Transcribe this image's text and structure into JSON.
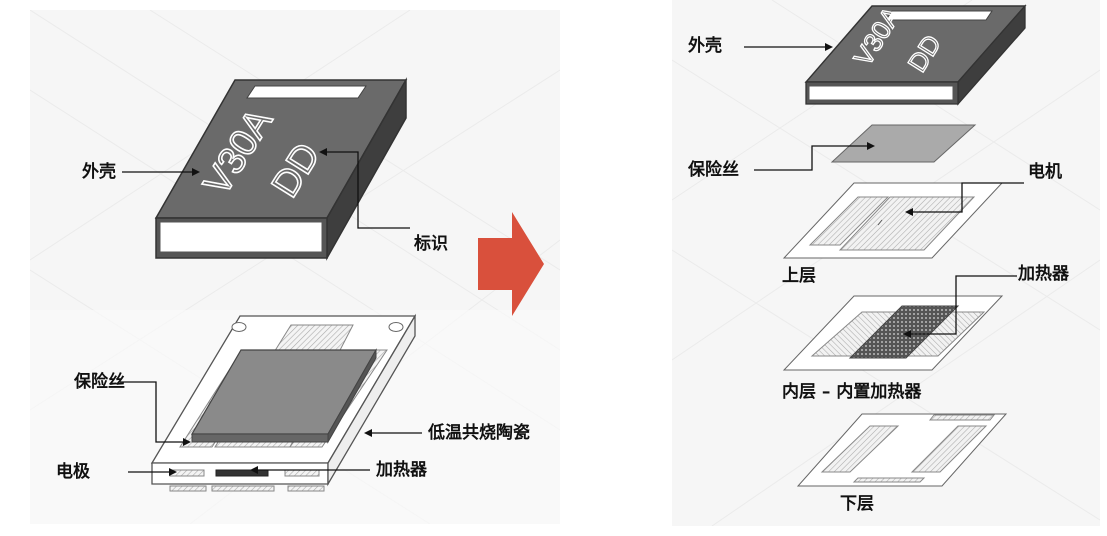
{
  "left_diagram": {
    "chip_marking_line1": "V30A",
    "chip_marking_line2": "DD",
    "labels": {
      "shell": "外壳",
      "marking": "标识",
      "fuse": "保险丝",
      "ceramic": "低温共烧陶瓷",
      "electrode": "电极",
      "heater": "加热器"
    }
  },
  "right_diagram": {
    "chip_marking_line1": "V30A",
    "chip_marking_line2": "DD",
    "labels": {
      "shell": "外壳",
      "fuse": "保险丝",
      "motor": "电机",
      "upper_layer": "上层",
      "heater": "加热器",
      "inner_layer": "内层 – 内置加热器",
      "lower_layer": "下层"
    }
  },
  "colors": {
    "shell_top": "#6a6a6a",
    "shell_front": "#4e4e4e",
    "shell_side": "#3a3a3a",
    "arrow": "#d9503c",
    "fuse_gray": "#7e7e7e"
  },
  "icons": {
    "transition_arrow": "right-arrow-icon"
  }
}
